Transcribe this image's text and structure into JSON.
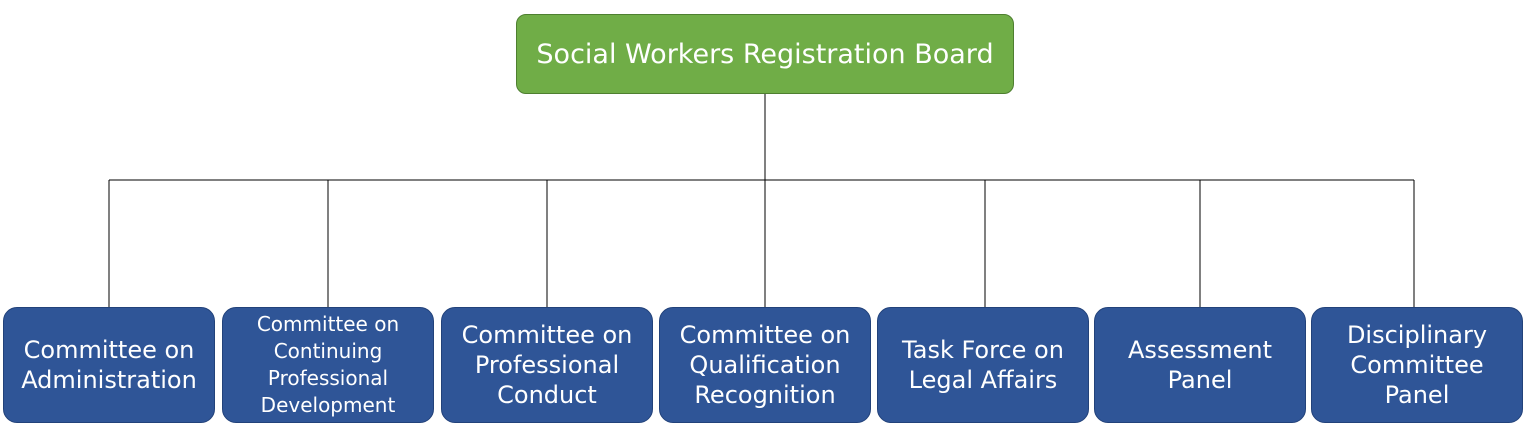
{
  "root": {
    "label": "Social Workers Registration Board"
  },
  "children": [
    {
      "label": "Committee on\nAdministration"
    },
    {
      "label": "Committee on\nContinuing\nProfessional\nDevelopment"
    },
    {
      "label": "Committee on\nProfessional\nConduct"
    },
    {
      "label": "Committee on\nQualification\nRecognition"
    },
    {
      "label": "Task Force on\nLegal Affairs"
    },
    {
      "label": "Assessment\nPanel"
    },
    {
      "label": "Disciplinary\nCommittee\nPanel"
    }
  ],
  "colors": {
    "root_fill": "#70ad47",
    "child_fill": "#2f5597",
    "line": "#000000",
    "text": "#ffffff"
  }
}
